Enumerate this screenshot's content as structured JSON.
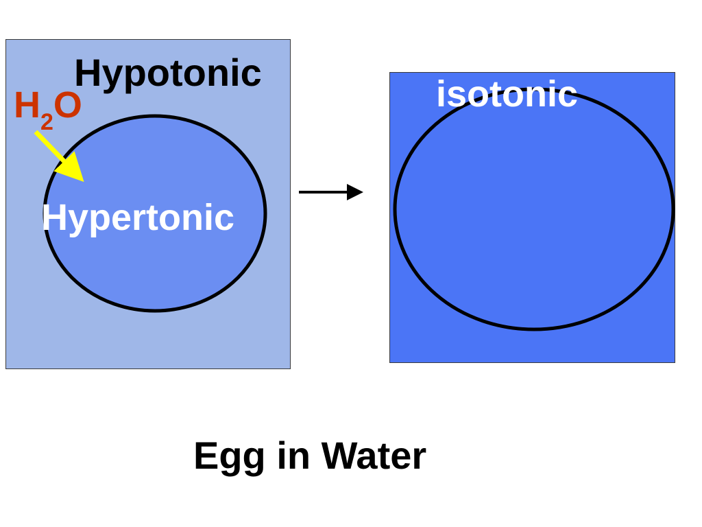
{
  "diagram": {
    "caption": "Egg in Water",
    "before": {
      "solution_label": "Hypotonic",
      "cell_label": "Hypertonic",
      "solution_color": "#9FB7E8",
      "cell_color": "#6B8EF2"
    },
    "after": {
      "label": "isotonic",
      "solution_color": "#4B75F6",
      "cell_color": "#4B75F6"
    },
    "water": {
      "symbol_main": "H",
      "symbol_sub": "2",
      "symbol_end": "O",
      "color": "#CC3300",
      "arrow_color": "#FFFF00"
    },
    "transition_arrow_color": "#000000"
  }
}
